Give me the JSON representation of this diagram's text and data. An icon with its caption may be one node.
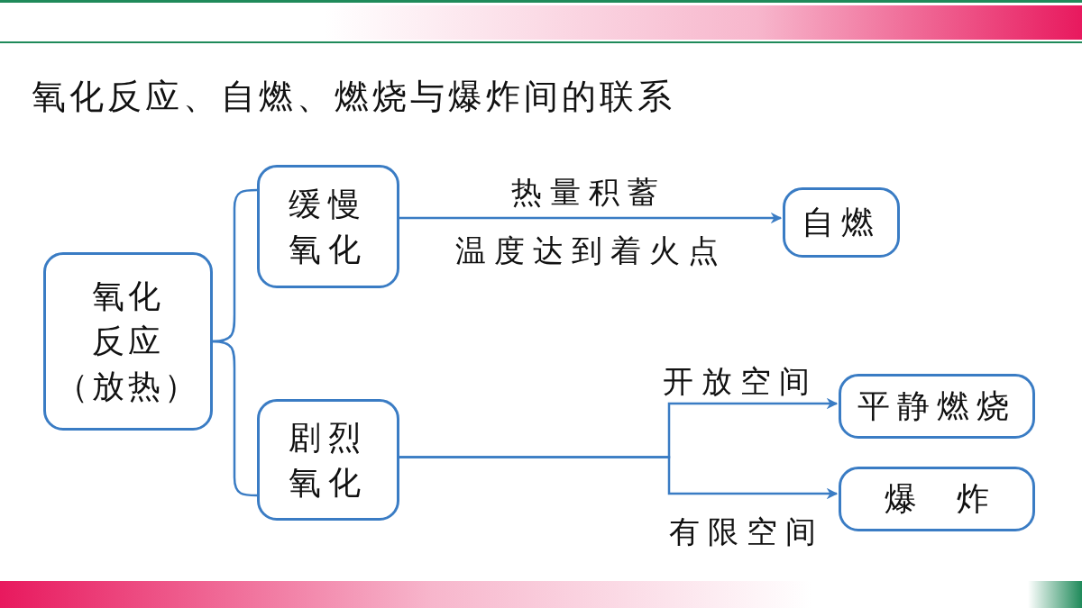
{
  "diagram": {
    "title": "氧化反应、自燃、燃烧与爆炸间的联系",
    "nodes": [
      {
        "text": [
          "氧化反应（放热）"
        ]
      },
      {
        "text": [
          "缓慢氧化"
        ]
      },
      {
        "text": [
          "剧烈氧化"
        ]
      },
      {
        "text": [
          "自燃"
        ]
      },
      {
        "text": [
          "平静燃烧"
        ]
      },
      {
        "text": [
          "爆炸"
        ]
      }
    ],
    "edges": [
      {
        "from": 0,
        "to": 1,
        "arrow": "none"
      },
      {
        "from": 0,
        "to": 2,
        "arrow": "none"
      },
      {
        "from": 1,
        "to": 3,
        "arrow": "to",
        "label": "热量积蓄"
      },
      {
        "from": 2,
        "to": 4,
        "arrow": "to",
        "label": "开放空间"
      },
      {
        "from": 2,
        "to": 5,
        "arrow": "to",
        "label": "有限空间"
      }
    ],
    "labels": [
      "温度达到着火点"
    ]
  }
}
